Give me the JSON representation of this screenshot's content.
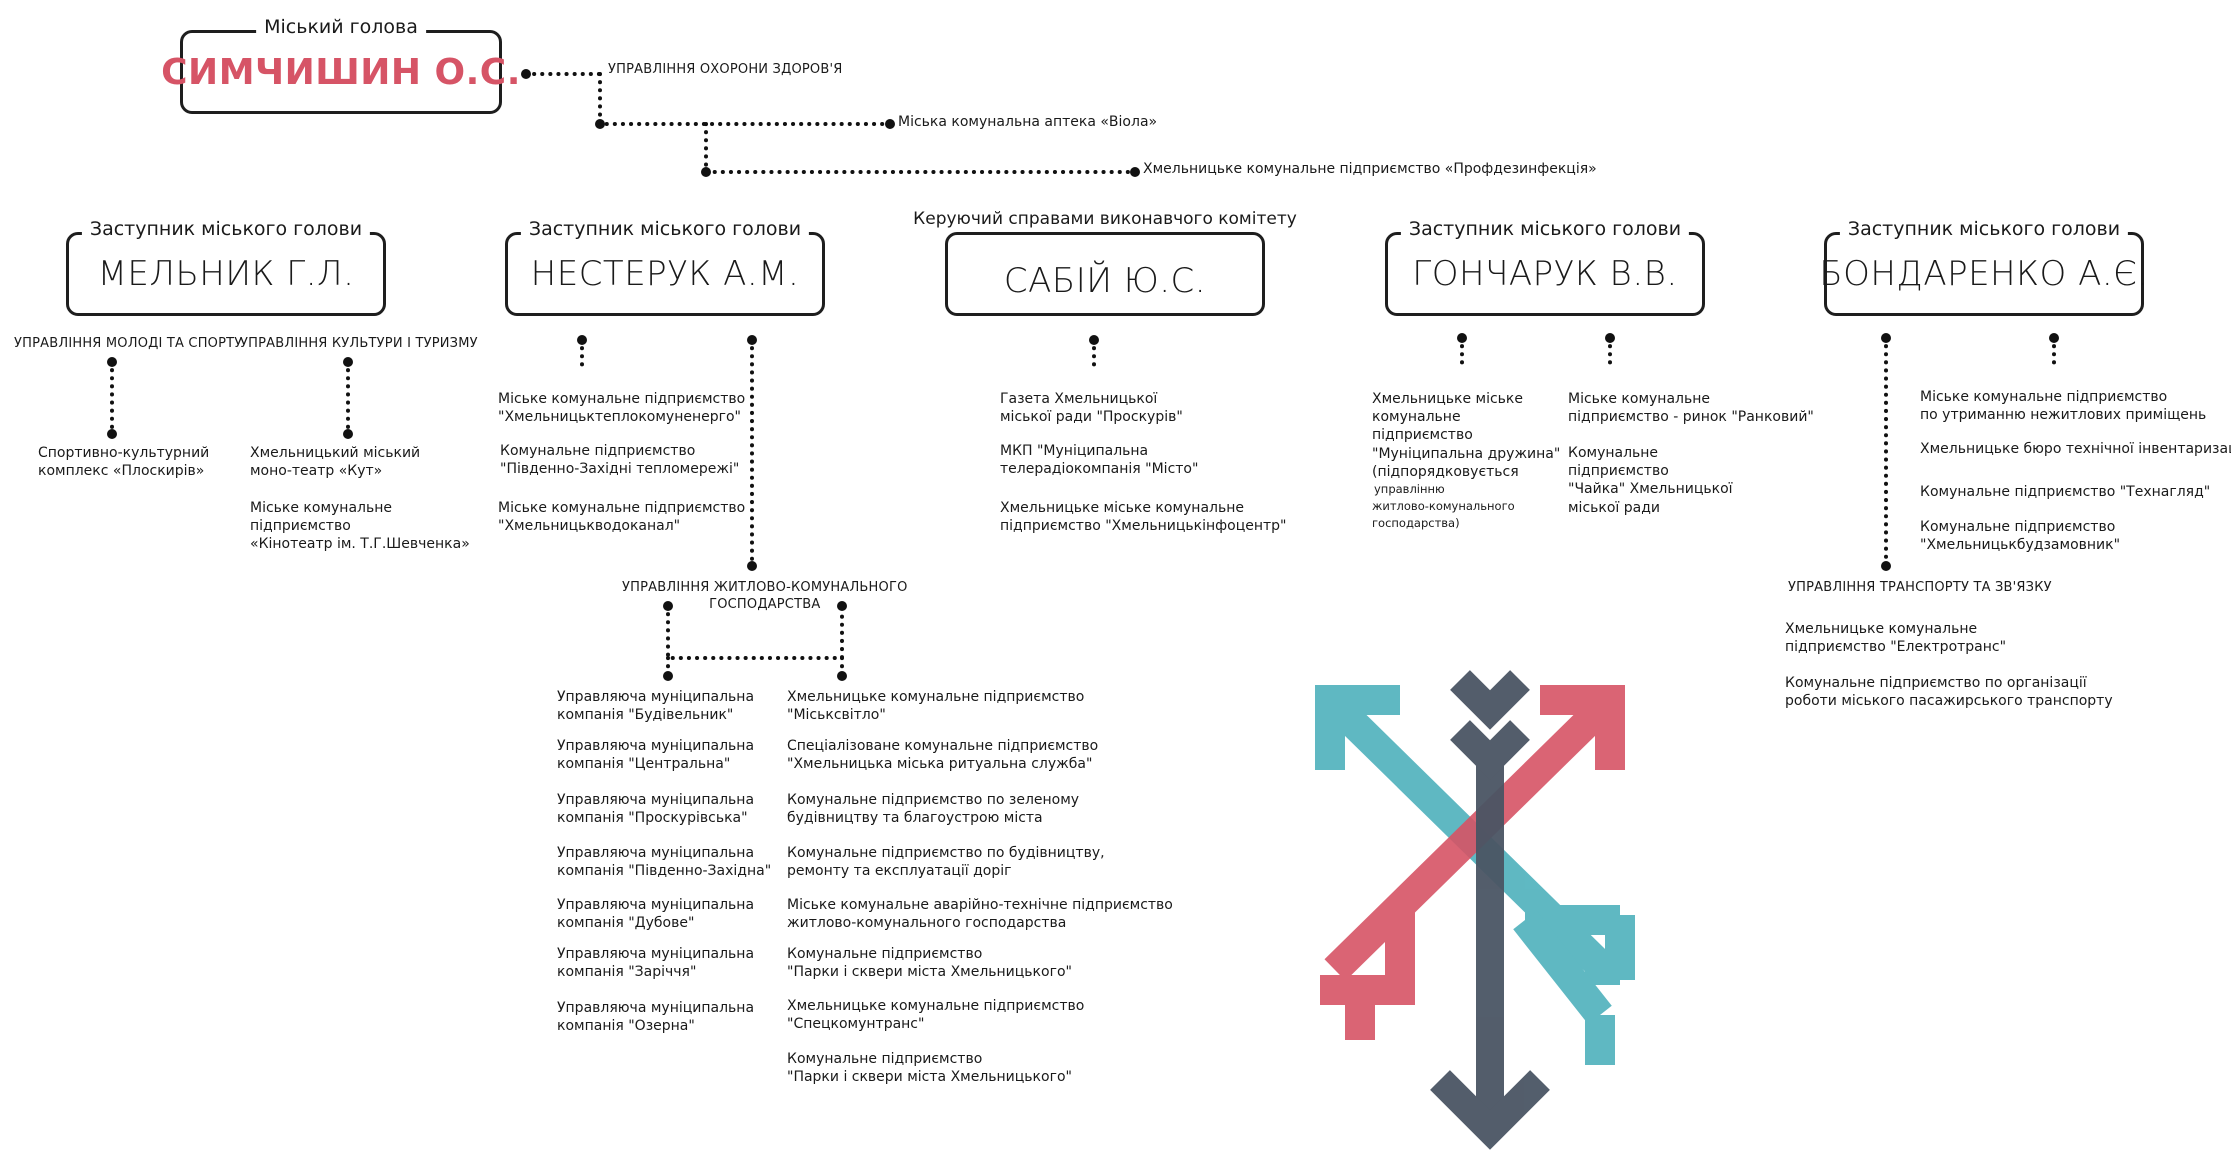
{
  "mayor": {
    "title": "Міський голова",
    "name": "СИМЧИШИН О.С."
  },
  "mayor_units": [
    "УПРАВЛІННЯ ОХОРОНИ ЗДОРОВ'Я",
    "Міська комунальна  аптека «Віола»",
    "Хмельницьке комунальне підприємство «Профдезинфекція»"
  ],
  "deputies": [
    {
      "title": "Заступник міського голови",
      "name": "МЕЛЬНИК Г.Л."
    },
    {
      "title": "Заступник міського голови",
      "name": "НЕСТЕРУК А.М."
    },
    {
      "title": "Керуючий справами виконавчого комітету",
      "name": "САБІЙ Ю.С."
    },
    {
      "title": "Заступник міського голови",
      "name": "ГОНЧАРУК В.В."
    },
    {
      "title": "Заступник міського голови",
      "name": "БОНДАРЕНКО А.Є."
    }
  ],
  "melnyk": {
    "dept_youth": "УПРАВЛІННЯ МОЛОДІ ТА СПОРТУ",
    "dept_culture": "УПРАВЛІННЯ КУЛЬТУРИ І ТУРИЗМУ",
    "youth_items": [
      "Спортивно-культурний",
      "комплекс «Плоскирів»"
    ],
    "culture_items": [
      "Хмельницький міський",
      "моно-театр «Кут»",
      "Міське комунальне",
      "підприємство",
      "«Кінотеатр ім. Т.Г.Шевченка»"
    ]
  },
  "nesteruk": {
    "items": [
      "Міське комунальне підприємство",
      "\"Хмельницьктеплокомуненерго\"",
      "Комунальне підприємство",
      "\"Південно-Західні тепломережі\"",
      "Міське комунальне підприємство",
      "\"Хмельницькводоканал\""
    ],
    "housing_dept": [
      "УПРАВЛІННЯ ЖИТЛОВО-КОМУНАЛЬНОГО",
      "ГОСПОДАРСТВА"
    ],
    "left_items": [
      "Управляюча муніципальна",
      "компанія \"Будівельник\"",
      "Управляюча муніципальна",
      "компанія \"Центральна\"",
      "Управляюча муніципальна",
      "компанія \"Проскурівська\"",
      "Управляюча муніципальна",
      "компанія \"Південно-Західна\"",
      "Управляюча муніципальна",
      "компанія \"Дубове\"",
      "Управляюча муніципальна",
      "компанія \"Заріччя\"",
      "Управляюча муніципальна",
      "компанія \"Озерна\""
    ],
    "right_items": [
      "Хмельницьке комунальне підприємство",
      "\"Міськсвітло\"",
      "Спеціалізоване комунальне підприємство",
      "\"Хмельницька міська ритуальна служба\"",
      "Комунальне підприємство по зеленому",
      "будівництву та благоустрою міста",
      "Комунальне підприємство по будівництву,",
      "ремонту  та експлуатації доріг",
      "Міське комунальне аварійно-технічне підприємство",
      "житлово-комунального господарства",
      "Комунальне підприємство",
      "\"Парки і сквери міста Хмельницького\"",
      "Хмельницьке комунальне підприємство",
      "\"Спецкомунтранс\"",
      "Комунальне підприємство",
      "\"Парки і сквери міста Хмельницького\""
    ]
  },
  "sabiy": {
    "items": [
      "Газета Хмельницької",
      "міської ради \"Проскурів\"",
      "МКП \"Муніципальна",
      "телерадіокомпанія \"Місто\"",
      "Хмельницьке міське комунальне",
      "підприємство \"Хмельницькінфоцентр\""
    ]
  },
  "honcharuk": {
    "left_items": [
      "Хмельницьке міське",
      "комунальне",
      "підприємство",
      "\"Муніципальна дружина\"",
      "(підпорядковується",
      "управлінню",
      "житлово-комунального",
      "господарства)"
    ],
    "right_items": [
      "Міське комунальне",
      "підприємство - ринок \"Ранковий\"",
      "Комунальне",
      "підприємство",
      "\"Чайка\" Хмельницької",
      "міської ради"
    ]
  },
  "bondarenko": {
    "items": [
      "Міське комунальне підприємство",
      "по утриманню нежитлових приміщень",
      "Хмельницьке бюро технічної інвентаризації",
      "Комунальне підприємство \"Технагляд\"",
      "Комунальне підприємство",
      "\"Хмельницькбудзамовник\""
    ],
    "transport_dept": "УПРАВЛІННЯ ТРАНСПОРТУ ТА ЗВ'ЯЗКУ",
    "transport_items": [
      "Хмельницьке комунальне",
      "підприємство \"Електротранс\"",
      "Комунальне підприємство  по організації",
      "роботи міського пасажирського транспорту"
    ]
  },
  "colors": {
    "accent_red": "#d65466",
    "teal": "#4eb1bc",
    "dark": "#4a5564",
    "line": "#111111"
  }
}
